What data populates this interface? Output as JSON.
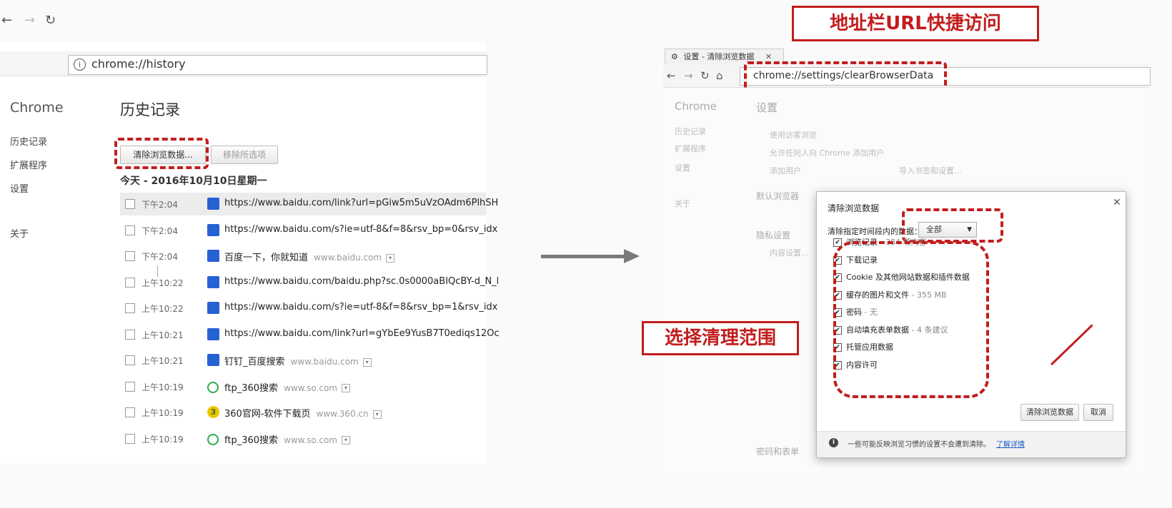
{
  "left": {
    "url": "chrome://history",
    "brand": "Chrome",
    "page_title": "历史记录",
    "sidebar": [
      {
        "label": "历史记录"
      },
      {
        "label": "扩展程序"
      },
      {
        "label": "设置"
      },
      {
        "label": "关于"
      }
    ],
    "clear_button": "清除浏览数据...",
    "remove_button": "移除所选项",
    "date_header": "今天 - 2016年10月10日星期一",
    "rows": [
      {
        "time": "下午2:04",
        "title": "https://www.baidu.com/link?url=pGiw5m5uVzOAdm6PlhSH",
        "domain": "",
        "icon": "paw"
      },
      {
        "time": "下午2:04",
        "title": "https://www.baidu.com/s?ie=utf-8&f=8&rsv_bp=0&rsv_idx",
        "domain": "",
        "icon": "paw"
      },
      {
        "time": "下午2:04",
        "title": "百度一下，你就知道",
        "domain": "www.baidu.com",
        "icon": "paw"
      },
      {
        "time": "上午10:22",
        "title": "https://www.baidu.com/baidu.php?sc.0s0000aBIQcBY-d_N_l",
        "domain": "",
        "icon": "paw"
      },
      {
        "time": "上午10:22",
        "title": "https://www.baidu.com/s?ie=utf-8&f=8&rsv_bp=1&rsv_idx",
        "domain": "",
        "icon": "paw"
      },
      {
        "time": "上午10:21",
        "title": "https://www.baidu.com/link?url=gYbEe9YusB7T0ediqs12Oc",
        "domain": "",
        "icon": "paw"
      },
      {
        "time": "上午10:21",
        "title": "钉钉_百度搜索",
        "domain": "www.baidu.com",
        "icon": "paw"
      },
      {
        "time": "上午10:19",
        "title": "ftp_360搜索",
        "domain": "www.so.com",
        "icon": "ring"
      },
      {
        "time": "上午10:19",
        "title": "360官网-软件下载页",
        "domain": "www.360.cn",
        "icon": "s360"
      },
      {
        "time": "上午10:19",
        "title": "ftp_360搜索",
        "domain": "www.so.com",
        "icon": "ring"
      }
    ]
  },
  "annotations": {
    "url_callout": "地址栏URL快捷访问",
    "scope_callout": "选择清理范围"
  },
  "right": {
    "tab_title": "设置 - 清除浏览数据",
    "url": "chrome://settings/clearBrowserData",
    "brand": "Chrome",
    "page_title": "设置",
    "bg_side": [
      "历史记录",
      "扩展程序",
      "设置",
      "关于"
    ],
    "bg_lines": [
      "使用访客浏览",
      "允许任何人向 Chrome 添加用户",
      "添加用户",
      "导入书签和设置...",
      "默认浏览器",
      "隐私设置",
      "内容设置...",
      "密码和表单"
    ],
    "dialog": {
      "title": "清除浏览数据",
      "range_label": "清除指定时间段内的数据：",
      "range_value": "全部",
      "items": [
        {
          "label": "浏览记录",
          "sub": " - 384 项内容"
        },
        {
          "label": "下载记录",
          "sub": ""
        },
        {
          "label": "Cookie 及其他网站数据和插件数据",
          "sub": ""
        },
        {
          "label": "缓存的图片和文件",
          "sub": " - 355 MB"
        },
        {
          "label": "密码",
          "sub": " - 无"
        },
        {
          "label": "自动填充表单数据",
          "sub": " - 4 条建议"
        },
        {
          "label": "托管应用数据",
          "sub": ""
        },
        {
          "label": "内容许可",
          "sub": ""
        }
      ],
      "confirm": "清除浏览数据",
      "cancel": "取消",
      "footer_text": "一些可能反映浏览习惯的设置不会遭到清除。",
      "footer_link": "了解详情"
    }
  }
}
